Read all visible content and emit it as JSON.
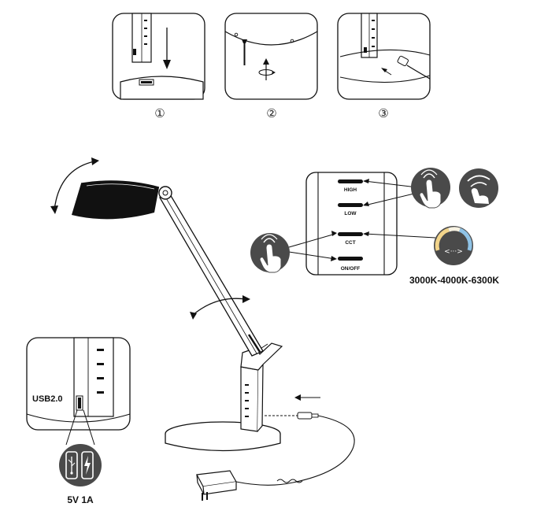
{
  "steps": [
    {
      "number": "①"
    },
    {
      "number": "②"
    },
    {
      "number": "③"
    }
  ],
  "control_panel": {
    "buttons": [
      "HIGH",
      "LOW",
      "CCT",
      "ON/OFF"
    ],
    "cct_caption": "3000K-4000K-6300K"
  },
  "usb_inset": {
    "port_label": "USB2.0",
    "output_label": "5V 1A"
  },
  "colors": {
    "line": "#111111",
    "icon_fill": "#4a4a4a",
    "cct_warm": "#f2d48a",
    "cct_cool": "#8fc3e6"
  },
  "icons": [
    "touch-hand-icon",
    "swipe-hand-icon",
    "color-temperature-dial-icon",
    "usb-icon",
    "charging-battery-icon",
    "power-adapter-icon"
  ]
}
